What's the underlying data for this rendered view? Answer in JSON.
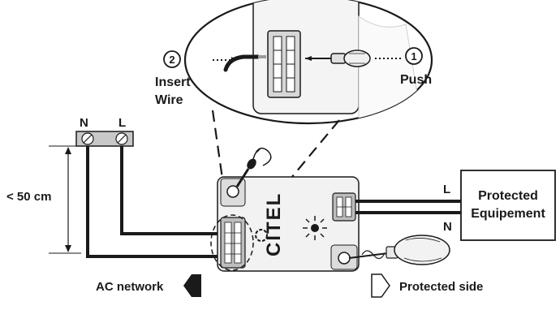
{
  "callouts": {
    "step1_number": "1",
    "step1_label": "Push",
    "step2_number": "2",
    "step2_label_line1": "Insert",
    "step2_label_line2": "Wire"
  },
  "network_terminals": {
    "neutral": "N",
    "live": "L"
  },
  "distance_label": "< 50 cm",
  "device": {
    "brand": "CITEL"
  },
  "load": {
    "live": "L",
    "neutral": "N",
    "title_line1": "Protected",
    "title_line2": "Equipement"
  },
  "footer": {
    "ac_network": "AC network",
    "protected_side": "Protected side"
  },
  "colors": {
    "ink": "#1a1a1a",
    "device_fill": "#f2f2f2",
    "terminal_fill": "#bdbdbd"
  }
}
